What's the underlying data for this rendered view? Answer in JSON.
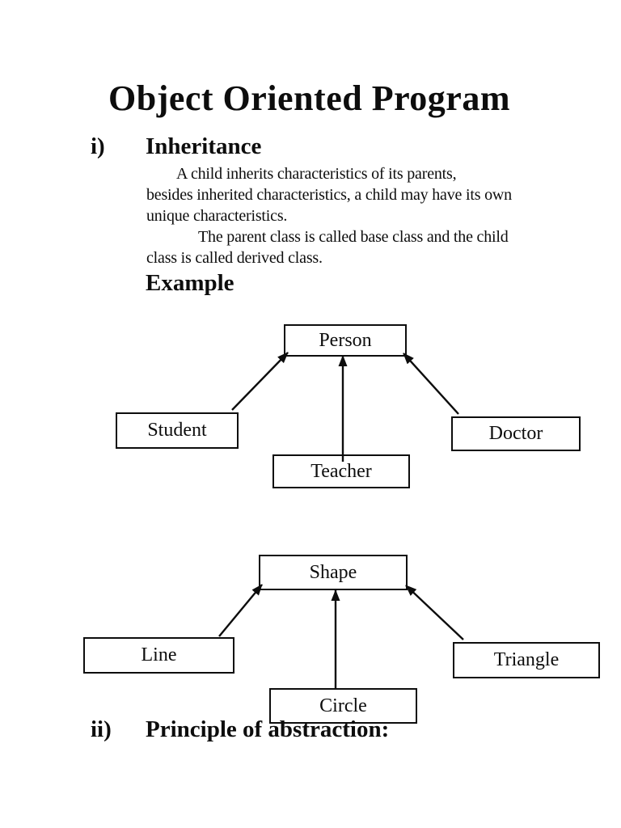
{
  "page": {
    "title": "Object Oriented Program"
  },
  "inheritance_section": {
    "number": "i)",
    "heading": "Inheritance",
    "paragraph_lines": [
      "A child inherits characteristics of its parents,",
      "besides inherited characteristics, a child may have its own",
      "unique characteristics.",
      "The parent class is called base class and the child",
      "class is called derived class."
    ],
    "example_label": "Example"
  },
  "person_diagram": {
    "parent": "Person",
    "children": [
      "Student",
      "Teacher",
      "Doctor"
    ]
  },
  "shape_diagram": {
    "parent": "Shape",
    "children": [
      "Line",
      "Circle",
      "Triangle"
    ]
  },
  "abstraction_section": {
    "number": "ii)",
    "heading": "Principle of abstraction:"
  },
  "colors": {
    "ink": "#0d0d0d",
    "background": "#ffffff"
  }
}
